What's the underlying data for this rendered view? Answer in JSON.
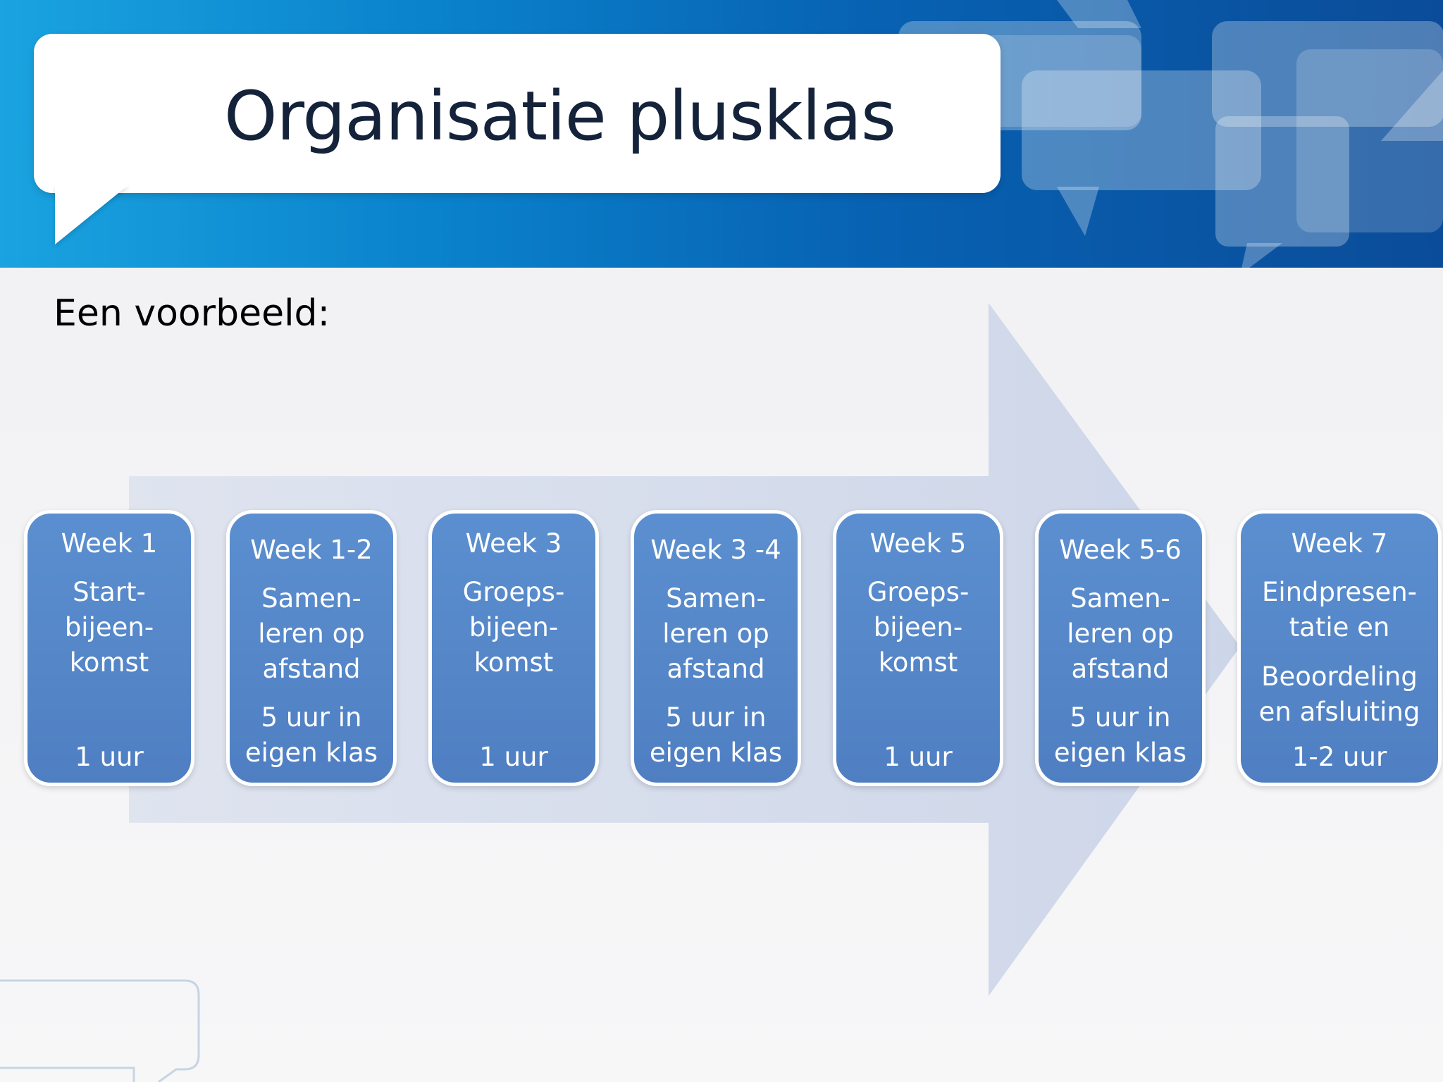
{
  "slide": {
    "title": "Organisatie plusklas",
    "subtitle": "Een voorbeeld:"
  },
  "steps": [
    {
      "week": "Week 1",
      "description": "Start-\nbijeen-\nkomst",
      "time": "1 uur"
    },
    {
      "week": "Week 1-2",
      "description": "Samen-\nleren op\nafstand",
      "time": "5 uur in\neigen klas"
    },
    {
      "week": "Week 3",
      "description": "Groeps-\nbijeen-\nkomst",
      "time": "1 uur"
    },
    {
      "week": "Week 3 -4",
      "description": "Samen-\nleren op\nafstand",
      "time": "5 uur in\neigen klas"
    },
    {
      "week": "Week 5",
      "description": "Groeps-\nbijeen-\nkomst",
      "time": "1 uur"
    },
    {
      "week": "Week 5-6",
      "description": "Samen-\nleren op\nafstand",
      "time": "5 uur in\neigen klas"
    },
    {
      "week": "Week 7",
      "description": "Eindpresen-\ntatie en",
      "extra": "Beoordeling\nen afsluiting",
      "time": "1-2 uur"
    }
  ],
  "colors": {
    "banner_start": "#1aa3e0",
    "banner_end": "#0a4c99",
    "arrow": "#d0d9ea",
    "step_fill": "#5585c8",
    "title_text": "#14223a"
  },
  "icons": {
    "banner_decoration": "speech-bubbles-icon",
    "bottom_decoration": "speech-bubble-outline-icon"
  }
}
